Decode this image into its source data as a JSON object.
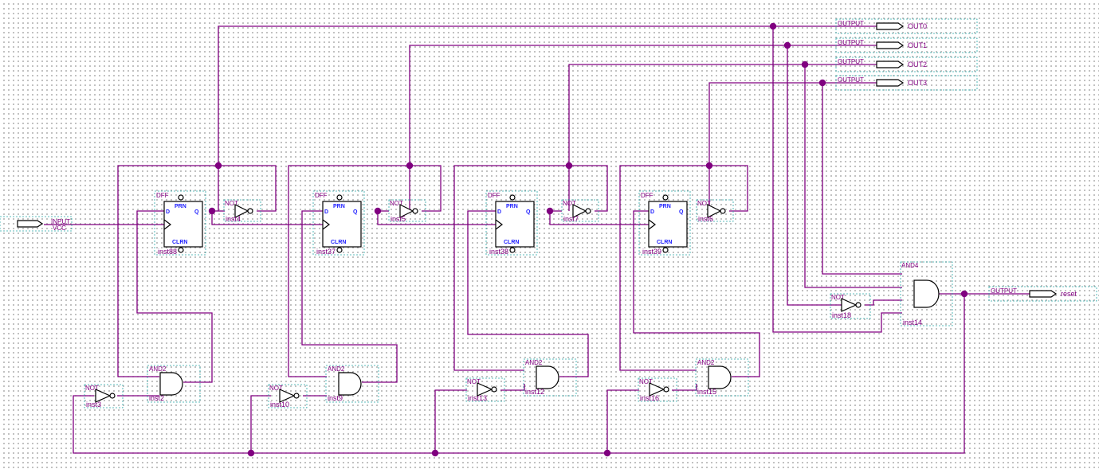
{
  "input_pin": {
    "type": "INPUT",
    "label": "VCC"
  },
  "flipflops": [
    {
      "type": "DFF",
      "name": "inst88",
      "prn": "PRN",
      "clrn": "CLRN",
      "d": "D",
      "q": "Q"
    },
    {
      "type": "DFF",
      "name": "inst37",
      "prn": "PRN",
      "clrn": "CLRN",
      "d": "D",
      "q": "Q"
    },
    {
      "type": "DFF",
      "name": "inst38",
      "prn": "PRN",
      "clrn": "CLRN",
      "d": "D",
      "q": "Q"
    },
    {
      "type": "DFF",
      "name": "inst39",
      "prn": "PRN",
      "clrn": "CLRN",
      "d": "D",
      "q": "Q"
    }
  ],
  "not_gates_top": [
    {
      "type": "NOT",
      "name": "inst4"
    },
    {
      "type": "NOT",
      "name": "inst5"
    },
    {
      "type": "NOT",
      "name": "inst7"
    },
    {
      "type": "NOT",
      "name": "inst6"
    }
  ],
  "and2_gates": [
    {
      "type": "AND2",
      "name": "inst2"
    },
    {
      "type": "AND2",
      "name": "inst9"
    },
    {
      "type": "AND2",
      "name": "inst12"
    },
    {
      "type": "AND2",
      "name": "inst15"
    }
  ],
  "not_gates_bottom": [
    {
      "type": "NOT",
      "name": "inst3"
    },
    {
      "type": "NOT",
      "name": "inst10"
    },
    {
      "type": "NOT",
      "name": "inst13"
    },
    {
      "type": "NOT",
      "name": "inst16"
    }
  ],
  "and4": {
    "type": "AND4",
    "name": "inst14"
  },
  "not_and4": {
    "type": "NOT",
    "name": "inst18"
  },
  "outputs": [
    {
      "type": "OUTPUT",
      "name": "OUT0"
    },
    {
      "type": "OUTPUT",
      "name": "OUT1"
    },
    {
      "type": "OUTPUT",
      "name": "OUT2"
    },
    {
      "type": "OUTPUT",
      "name": "OUT3"
    }
  ],
  "reset_output": {
    "type": "OUTPUT",
    "name": "reset"
  }
}
